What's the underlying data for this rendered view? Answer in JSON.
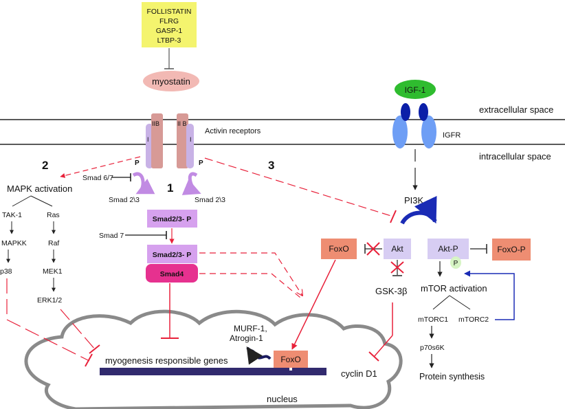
{
  "colors": {
    "inhibitor_box": "#f4f46e",
    "myostatin": "#f2b9b4",
    "receptor_type2": "#d79a96",
    "receptor_type1": "#c8b2e6",
    "smad": "#d6a1ee",
    "smad4": "#e6318f",
    "igf1": "#2fbc2f",
    "igfr_outer": "#6e9ef5",
    "igfr_inner": "#0b1fa8",
    "akt": "#d7cdf3",
    "foxo": "#ee8d72",
    "red_arrow": "#e8213a",
    "blue_arrow": "#1a2bb5",
    "dna": "#312a6e",
    "nucleus": "#8a8a8a",
    "p_badge": "#d6f4c4"
  },
  "inhibitors": [
    "FOLLISTATIN",
    "FLRG",
    "GASP-1",
    "LTBP-3"
  ],
  "myostatin": "myostatin",
  "membrane": {
    "extracellular": "extracellular space",
    "intracellular": "intracellular space",
    "activin_receptors": "Activin receptors",
    "igfr": "IGFR"
  },
  "receptors": {
    "left_type2": "IIB",
    "right_type2": "II B",
    "type1": "I",
    "phospho": "P"
  },
  "pathway_numbers": {
    "one": "1",
    "two": "2",
    "three": "3"
  },
  "smad": {
    "smad67": "Smad 6/7",
    "smad7": "Smad 7",
    "smad23_left": "Smad 2\\3",
    "smad23_right": "Smad 2\\3",
    "smad23p": "Smad2/3- P",
    "smad23p_complex": "Smad2/3- P",
    "smad4": "Smad4"
  },
  "mapk": {
    "title": "MAPK activation",
    "tak1": "TAK-1",
    "ras": "Ras",
    "mapkk": "MAPKK",
    "raf": "Raf",
    "p38": "p38",
    "mek1": "MEK1",
    "erk": "ERK1/2"
  },
  "igf": {
    "igf1": "IGF-1",
    "pi3k": "PI3K",
    "akt": "Akt",
    "akt_p": "Akt-P",
    "foxo_left": "FoxO",
    "foxo_p": "FoxO-P",
    "p_badge": "P",
    "gsk": "GSK-3β",
    "mtor": "mTOR activation",
    "mtorc1": "mTORC1",
    "mtorc2": "mTORC2",
    "p70": "p70s6K",
    "protein": "Protein synthesis"
  },
  "nucleus": {
    "label": "nucleus",
    "genes": "myogenesis responsible genes",
    "murf1": "MURF-1,",
    "atrogin": "Atrogin-1",
    "foxo": "FoxO",
    "cyclin": "cyclin D1"
  }
}
